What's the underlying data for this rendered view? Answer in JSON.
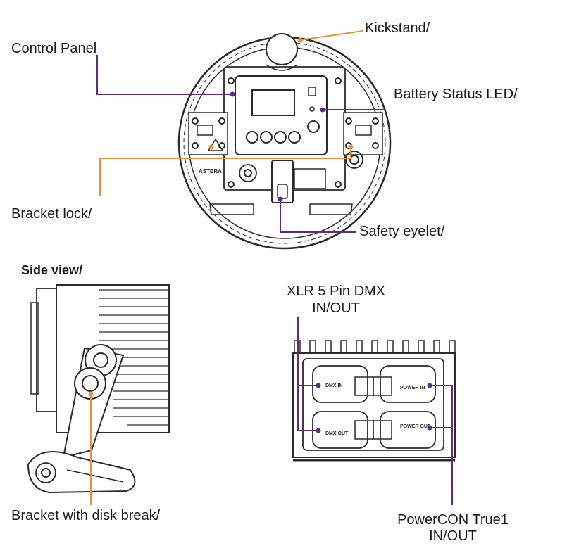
{
  "labels": {
    "kickstand": "Kickstand/",
    "control_panel": "Control Panel",
    "battery_status_led": "Battery Status LED/",
    "bracket_lock": "Bracket lock/",
    "safety_eyelet": "Safety eyelet/",
    "side_view": "Side view/",
    "xlr_line1": "XLR 5 Pin DMX",
    "xlr_line2": "IN/OUT",
    "bracket_disk": "Bracket with disk break/",
    "powercon_line1": "PowerCON True1",
    "powercon_line2": "IN/OUT"
  },
  "device_text": {
    "brand": "ASTERA",
    "dmx_in": "DMX IN",
    "dmx_out": "DMX OUT",
    "power_in": "POWER IN",
    "power_out": "POWER OUT"
  },
  "colors": {
    "purple_leader": "#5b2d82",
    "orange_leader": "#e8923a",
    "outline": "#2a2a2a"
  }
}
